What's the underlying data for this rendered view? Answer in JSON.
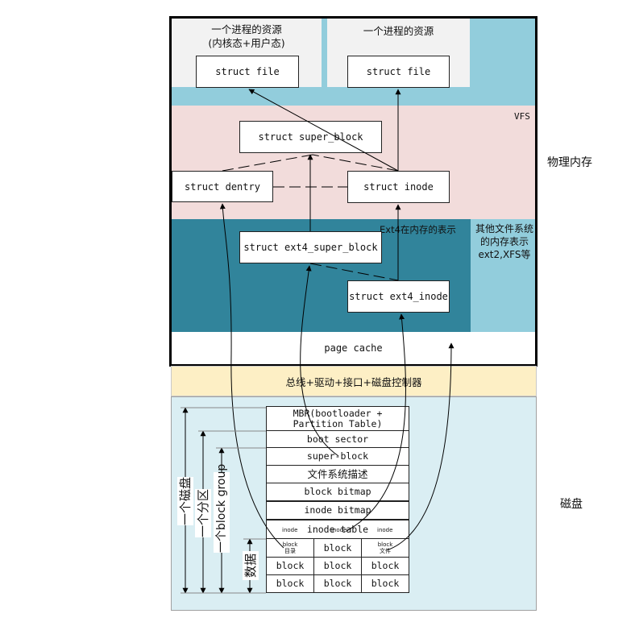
{
  "memory": {
    "side_label": "物理内存",
    "process_left": {
      "title": "一个进程的资源",
      "subtitle": "(内核态+用户态)",
      "file": "struct file"
    },
    "process_right": {
      "title": "一个进程的资源",
      "file": "struct file"
    },
    "vfs": {
      "label": "VFS",
      "super_block": "struct super_block",
      "dentry": "struct dentry",
      "inode": "struct inode"
    },
    "ext4": {
      "label": "Ext4在内存的表示",
      "super_block": "struct ext4_super_block",
      "inode": "struct ext4_inode"
    },
    "other_fs": "其他文件系统的内存表示\next2,XFS等",
    "page_cache": "page cache"
  },
  "bus": {
    "label": "总线+驱动+接口+磁盘控制器"
  },
  "disk": {
    "side_label": "磁盘",
    "rows": {
      "mbr": "MBR(bootloader +\nPartition Table)",
      "boot_sector": "boot sector",
      "super_block": "super-block",
      "fs_desc": "文件系统描述",
      "block_bitmap": "block bitmap",
      "inode_bitmap": "inode bitmap",
      "inode_table": "inode table",
      "inode_small_left": "inode",
      "inode_small_mid": "inode",
      "inode_small_right": "inode",
      "block_dir_top": "block",
      "block_dir_bottom": "目录",
      "block": "block",
      "block_file_top": "block",
      "block_file_bottom": "文件"
    },
    "vertical_labels": {
      "disk": "一个磁盘",
      "partition": "一个分区",
      "group": "一个block group",
      "data": "数据"
    }
  },
  "colors": {
    "process_bg": "#f2f2f2",
    "top_band": "#92cddc",
    "vfs_bg": "#f2dcdb",
    "ext4_bg": "#31849b",
    "other_fs_bg": "#92cddc",
    "bus_bg": "#fdefc5",
    "disk_bg": "#daeef3"
  }
}
